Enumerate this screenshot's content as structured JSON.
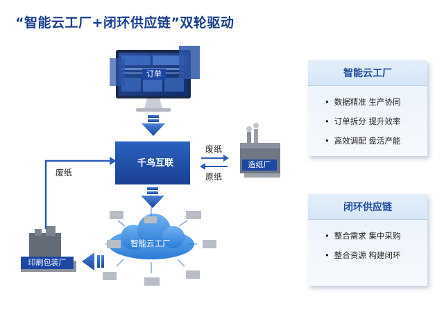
{
  "title": "“智能云工厂+闭环供应链”双轮驱动",
  "diagram": {
    "monitor_label": "订单",
    "center_brand": "千鸟互联",
    "paper_mill": "造纸厂",
    "print_factory": "印刷包装厂",
    "cloud_label": "智能云工厂",
    "waste_paper_right": "废纸",
    "base_paper": "原纸",
    "waste_paper_left": "废纸"
  },
  "panels": {
    "smart_cloud": {
      "title": "智能云工厂",
      "items": [
        "数据精准 生产协同",
        "订单拆分 提升效率",
        "高效调配 盘活产能"
      ]
    },
    "closed_loop": {
      "title": "闭环供应链",
      "items": [
        "整合需求 集中采购",
        "整合资源 构建闭环"
      ]
    }
  },
  "colors": {
    "title": "#1b3f8f",
    "brand_blue": "#1d47a3",
    "arrow_blue": "#2a5cb8",
    "panel_title": "#1f4a98"
  }
}
